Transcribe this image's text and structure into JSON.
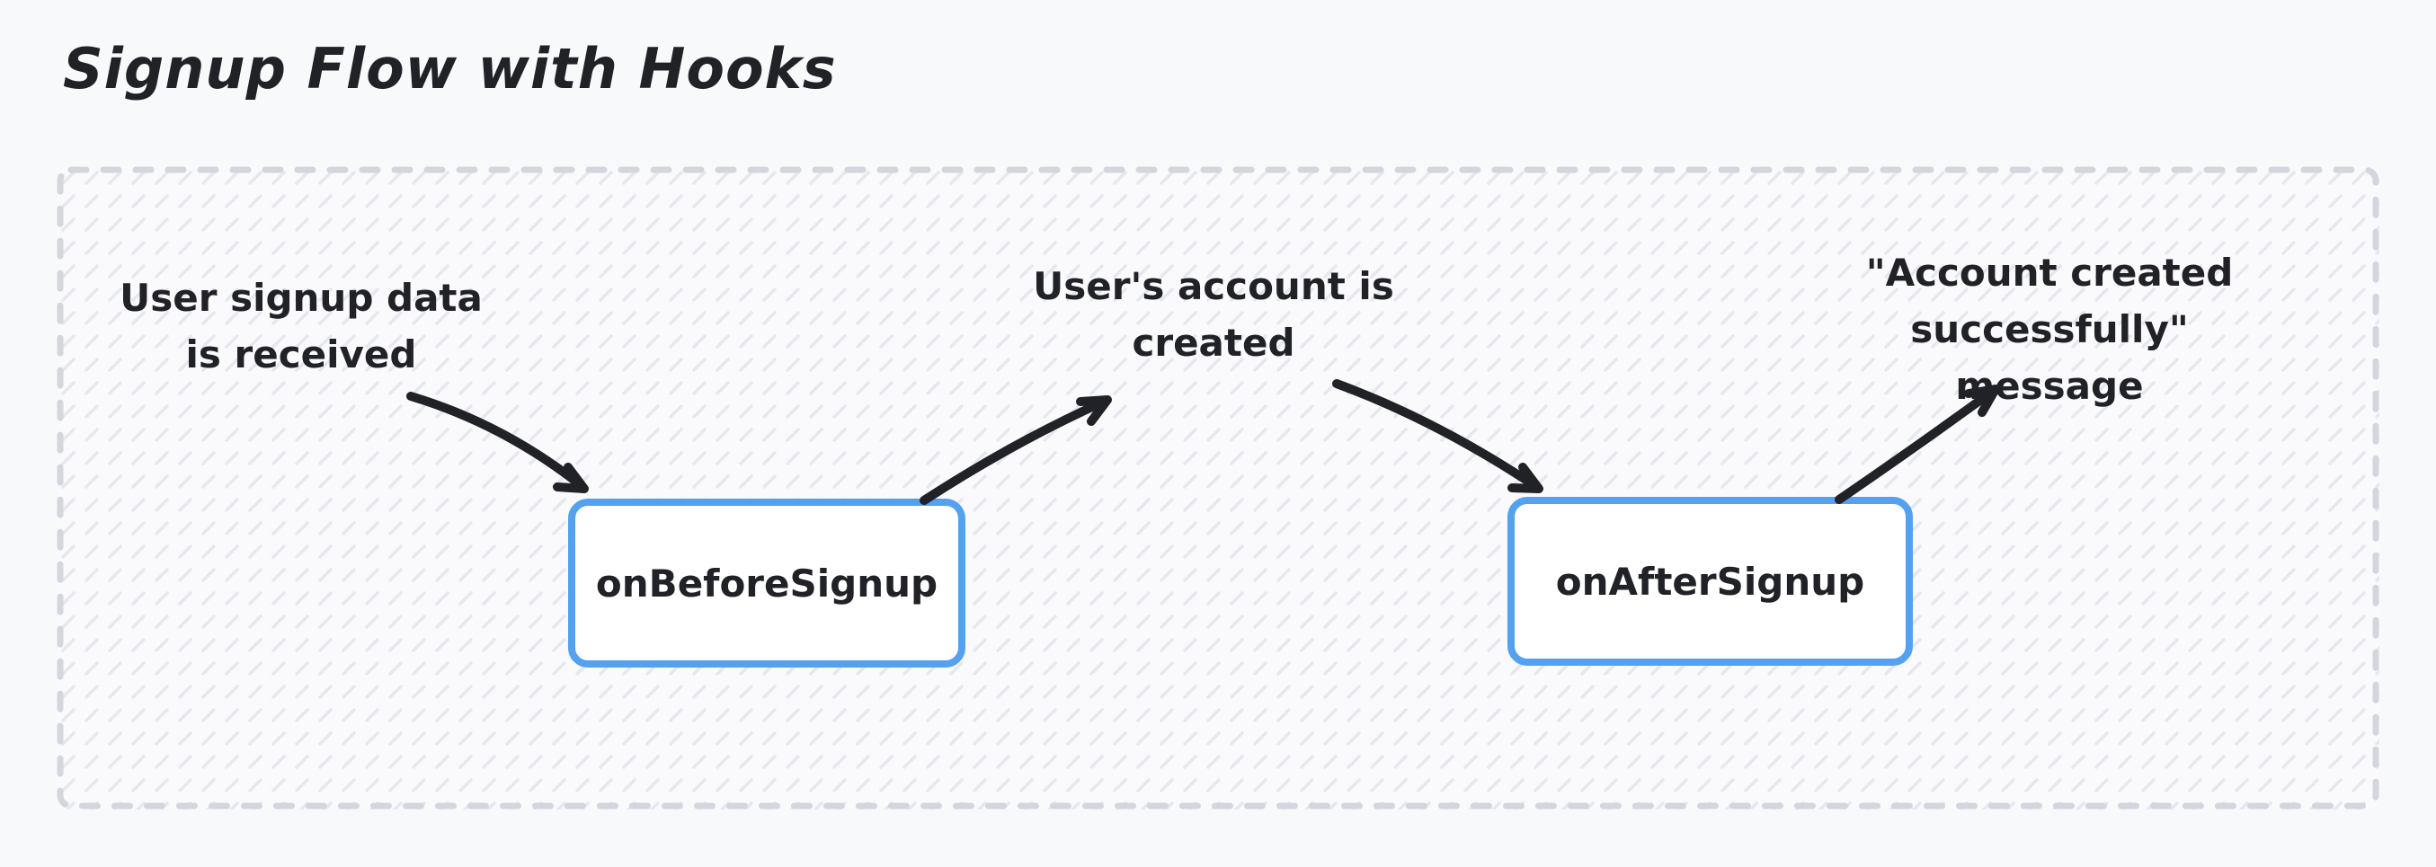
{
  "title": "Signup Flow with Hooks",
  "nodes": {
    "annotation1": {
      "text": "User signup data\nis received"
    },
    "hook1": {
      "label": "onBeforeSignup"
    },
    "annotation2": {
      "text": "User's account is\ncreated"
    },
    "hook2": {
      "label": "onAfterSignup"
    },
    "annotation3": {
      "text": "\"Account created\nsuccessfully\" message"
    }
  },
  "edges": [
    {
      "from": "User signup data is received",
      "to": "onBeforeSignup"
    },
    {
      "from": "onBeforeSignup",
      "to": "User's account is created"
    },
    {
      "from": "User's account is created",
      "to": "onAfterSignup"
    },
    {
      "from": "onAfterSignup",
      "to": "\"Account created successfully\" message"
    }
  ],
  "colors": {
    "background": "#f8f9fb",
    "ink": "#212227",
    "hook_border": "#54a1f0",
    "hook_fill": "#ffffff",
    "panel_dash": "#d3d6dd",
    "panel_hatch": "#e6e8ef",
    "panel_fill": "#fafafc"
  }
}
